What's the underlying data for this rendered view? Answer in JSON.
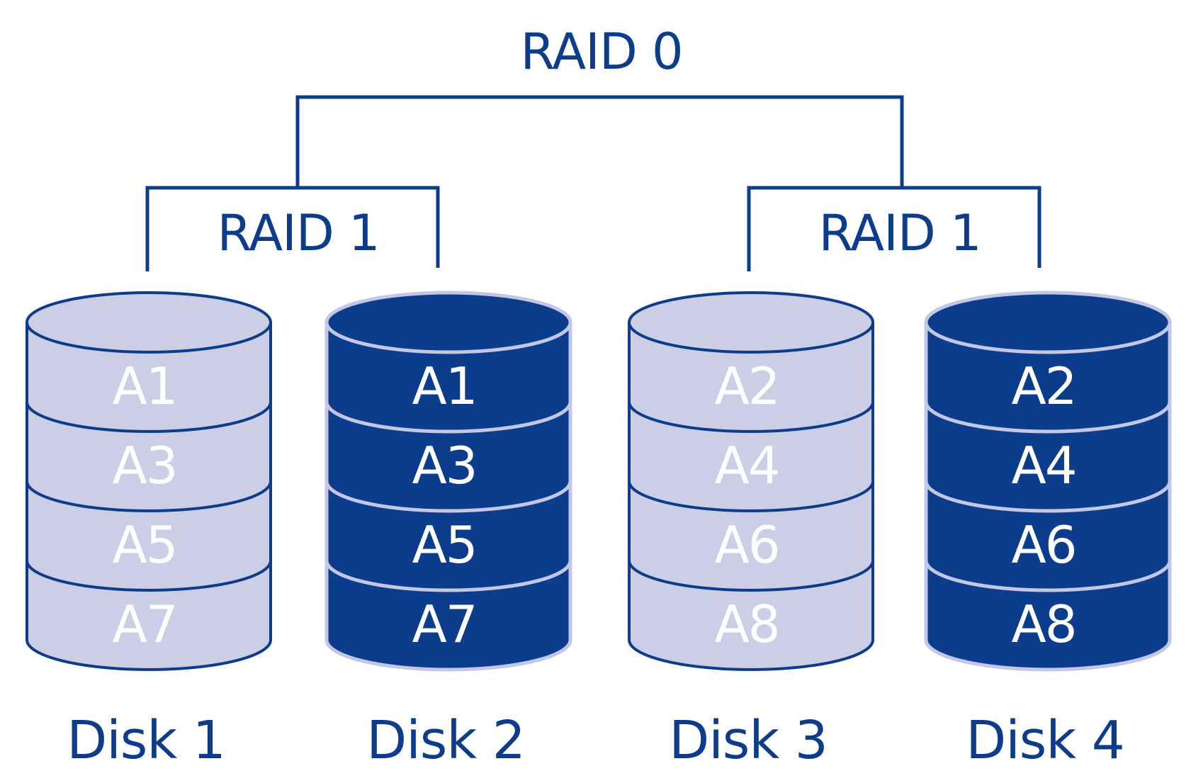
{
  "title": "RAID 0",
  "groups": [
    {
      "label": "RAID 1",
      "disks": [
        0,
        1
      ]
    },
    {
      "label": "RAID 1",
      "disks": [
        2,
        3
      ]
    }
  ],
  "disks": [
    {
      "label": "Disk 1",
      "style": "light",
      "blocks": [
        "A1",
        "A3",
        "A5",
        "A7"
      ]
    },
    {
      "label": "Disk 2",
      "style": "dark",
      "blocks": [
        "A1",
        "A3",
        "A5",
        "A7"
      ]
    },
    {
      "label": "Disk 3",
      "style": "light",
      "blocks": [
        "A2",
        "A4",
        "A6",
        "A8"
      ]
    },
    {
      "label": "Disk 4",
      "style": "dark",
      "blocks": [
        "A2",
        "A4",
        "A6",
        "A8"
      ]
    }
  ],
  "colors": {
    "primary": "#0d3c8a",
    "light_fill": "#cbcee4",
    "dark_fill": "#0b3d8c",
    "dark_outline": "#c3c7e6",
    "block_text": "#ffffff"
  }
}
